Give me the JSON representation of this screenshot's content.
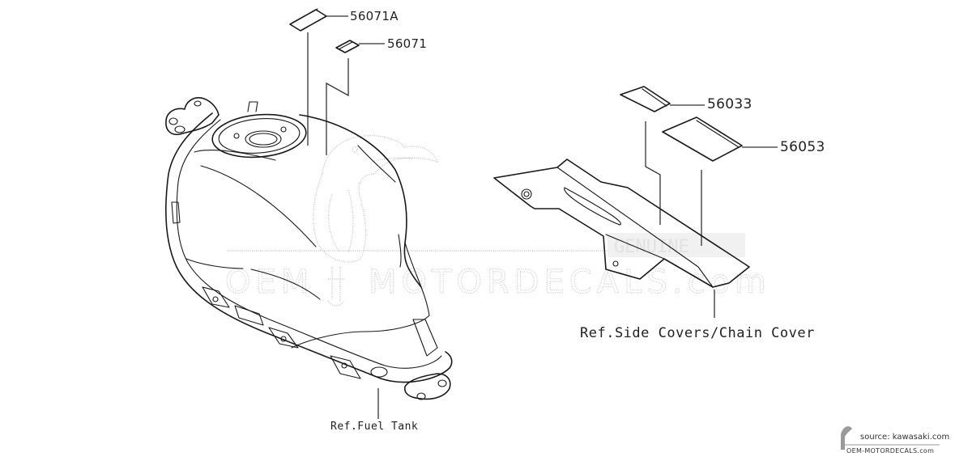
{
  "diagram": {
    "parts": [
      {
        "id": "56071A",
        "label": "56071A"
      },
      {
        "id": "56071",
        "label": "56071"
      },
      {
        "id": "56033",
        "label": "56033"
      },
      {
        "id": "56053",
        "label": "56053"
      }
    ],
    "references": {
      "fuel_tank": "Ref.Fuel Tank",
      "side_covers": "Ref.Side Covers/Chain Cover"
    }
  },
  "watermark": {
    "main_text": "OEM-MOTORDECALS.com",
    "badge_text": "GENUINE",
    "logo_icon": "toucan-bird-icon"
  },
  "credit": {
    "source": "source: kawasaki.com",
    "site": "OEM-MOTORDECALS.com"
  },
  "colors": {
    "line": "#1a1a1a",
    "watermark": "#c8c8c8",
    "background": "#ffffff"
  }
}
